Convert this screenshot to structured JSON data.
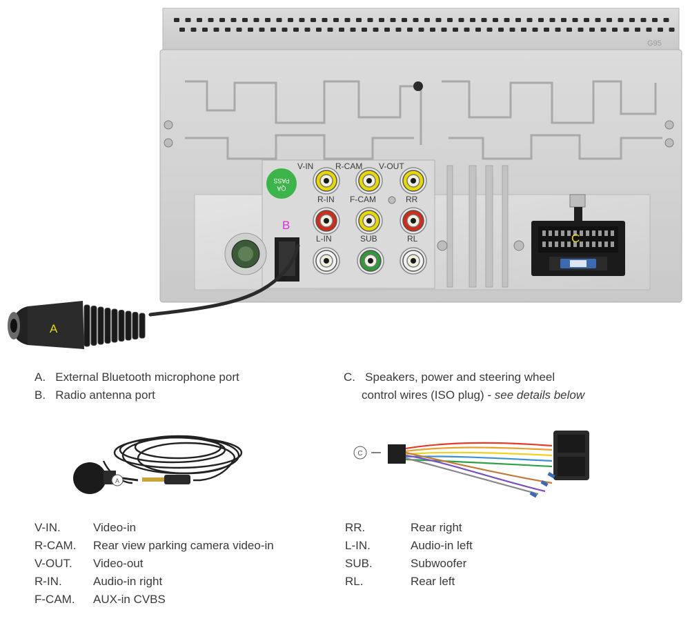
{
  "port_labels": {
    "vin": "V-IN",
    "rcam": "R-CAM",
    "vout": "V-OUT",
    "rin": "R-IN",
    "fcam": "F-CAM",
    "rr": "RR",
    "lin": "L-IN",
    "sub": "SUB",
    "rl": "RL"
  },
  "markers": {
    "a": "A",
    "b": "B",
    "c": "C"
  },
  "qa_sticker": {
    "line1": "QA",
    "line2": "PASS"
  },
  "unit_stamp": "G95",
  "descriptions": {
    "a": {
      "letter": "A.",
      "text": "External Bluetooth microphone port"
    },
    "b": {
      "letter": "B.",
      "text": "Radio antenna port"
    },
    "c": {
      "letter": "C.",
      "line1": "Speakers, power and steering wheel",
      "line2": "control wires (ISO plug) - ",
      "line2_italic": "see details below"
    }
  },
  "legend_left": [
    {
      "abbr": "V-IN.",
      "desc": "Video-in"
    },
    {
      "abbr": "R-CAM.",
      "desc": "Rear view parking camera video-in"
    },
    {
      "abbr": "V-OUT.",
      "desc": "Video-out"
    },
    {
      "abbr": "R-IN.",
      "desc": "Audio-in right"
    },
    {
      "abbr": "F-CAM.",
      "desc": "AUX-in CVBS"
    }
  ],
  "legend_right": [
    {
      "abbr": "RR.",
      "desc": "Rear right"
    },
    {
      "abbr": "L-IN.",
      "desc": "Audio-in left"
    },
    {
      "abbr": "SUB.",
      "desc": "Subwoofer"
    },
    {
      "abbr": "RL.",
      "desc": "Rear left"
    }
  ],
  "colors": {
    "housing": "#d6d6d6",
    "rca_yellow": "#e6d800",
    "rca_red": "#d42a1a",
    "rca_white": "#f2f2f2",
    "rca_green": "#2f9a3a",
    "marker_a": "#e8d80a",
    "marker_b": "#e02adf",
    "marker_c": "#e8d80a"
  }
}
